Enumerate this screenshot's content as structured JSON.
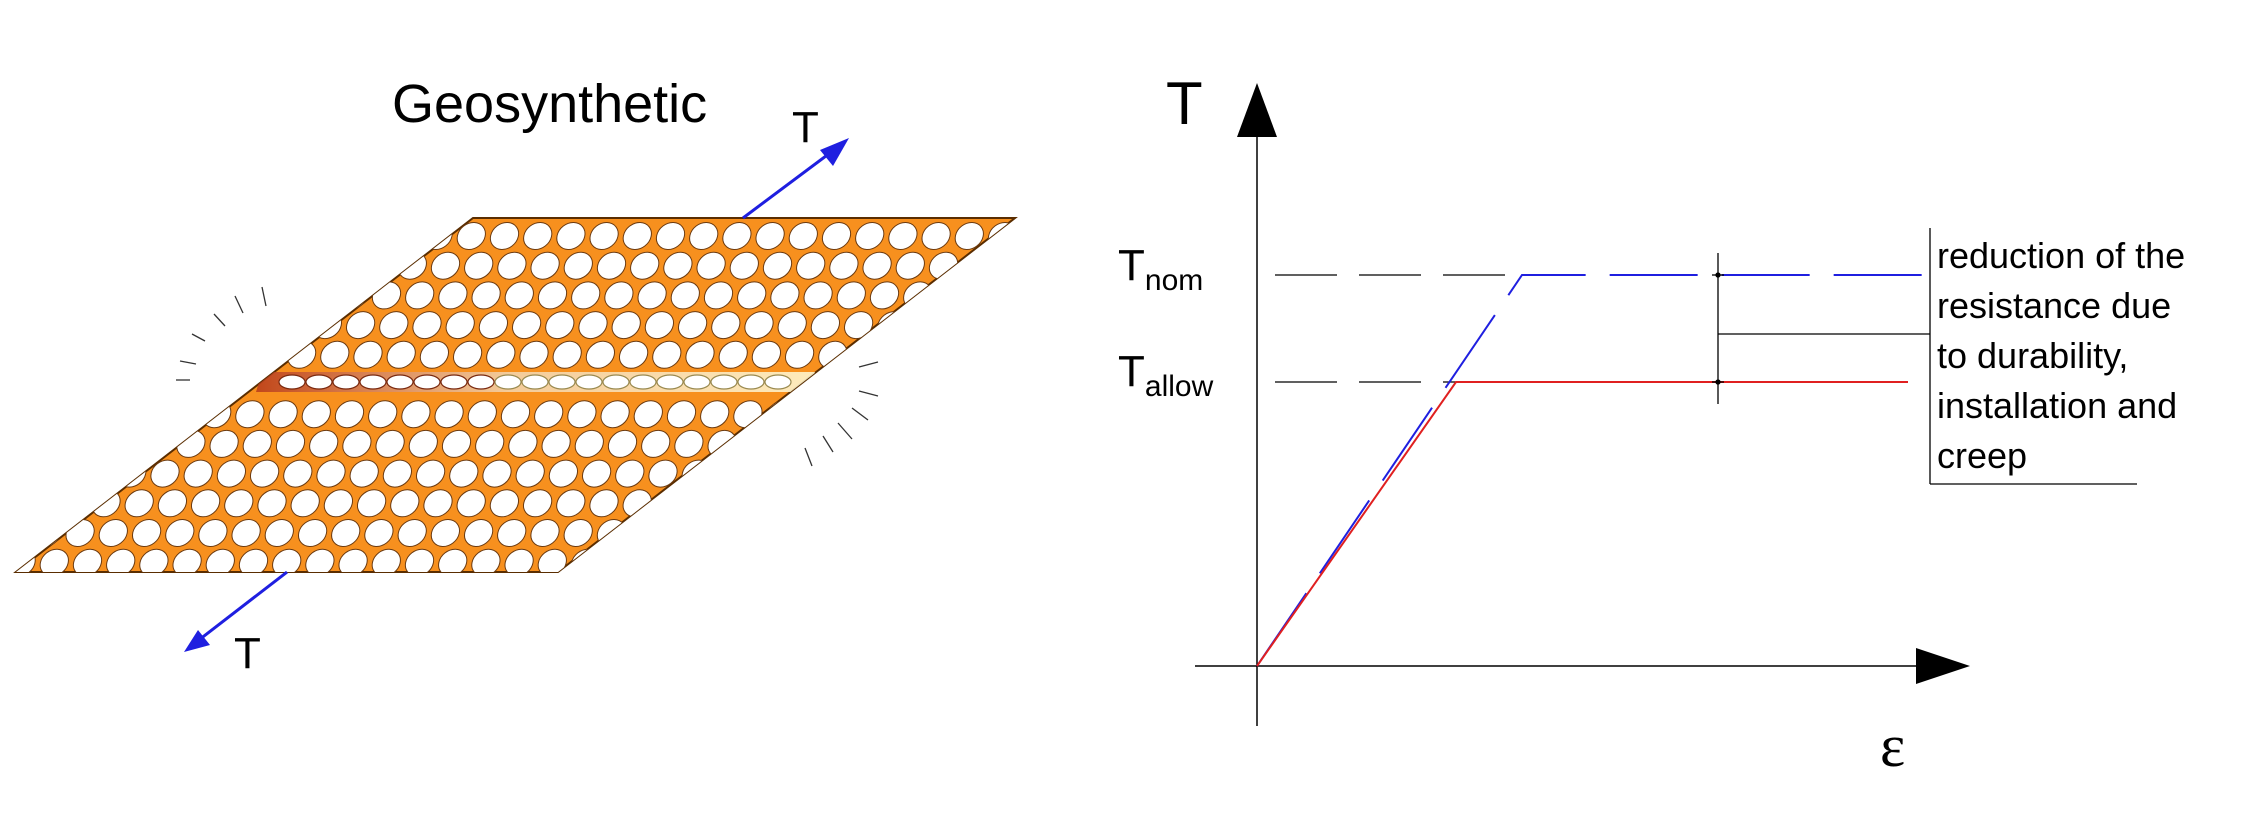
{
  "colors": {
    "sheet_fill": "#f7901e",
    "aperture_fill": "#ffffff",
    "tension_arrow": "#1f1fe0",
    "nominal_curve": "#1f1fe0",
    "allowable_curve": "#e02020",
    "axes": "#000000",
    "guide_lines": "#000000"
  },
  "left_panel": {
    "title": "Geosynthetic",
    "tension_label_top": "T",
    "tension_label_bottom": "T"
  },
  "right_panel": {
    "y_axis_label": "T",
    "x_axis_label": "ε",
    "t_nom": {
      "main": "T",
      "sub": "nom",
      "level": 1.0
    },
    "t_allow": {
      "main": "T",
      "sub": "allow",
      "level": 0.73
    },
    "annotation_lines": [
      "reduction of the",
      "resistance due",
      "to durability,",
      "installation and",
      "creep"
    ]
  }
}
